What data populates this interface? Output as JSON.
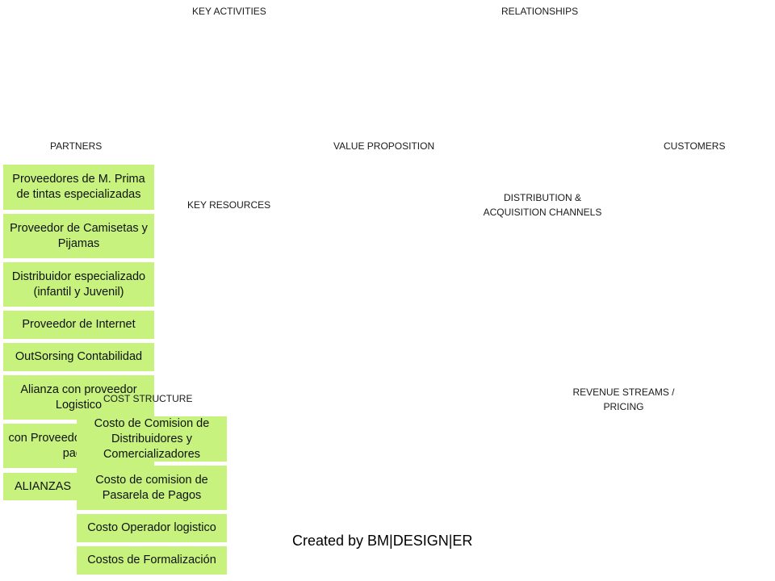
{
  "sections": {
    "key_activities": "KEY ACTIVITIES",
    "relationships": "RELATIONSHIPS",
    "partners": "PARTNERS",
    "value_proposition": "VALUE PROPOSITION",
    "customers": "CUSTOMERS",
    "key_resources": "KEY RESOURCES",
    "distribution_line1": "DISTRIBUTION  &",
    "distribution_line2": "ACQUISITION  CHANNELS",
    "cost_structure": "COST  STRUCTURE",
    "revenue_line1": "REVENUE STREAMS  /",
    "revenue_line2": "PRICING"
  },
  "partners": [
    "Proveedores de M. Prima de tintas especializadas",
    "Proveedor de Camisetas y Pijamas",
    "Distribuidor especializado (infantil y Juvenil)",
    "Proveedor de Internet",
    "OutSorsing Contabilidad",
    "Alianza con proveedor Logistico",
    "con Proveedor pasarela de pagos",
    "ALIANZAS"
  ],
  "costs": [
    "Costo de Comision de Distribuidores y Comercializadores",
    "Costo de comision de Pasarela de Pagos",
    "Costo Operador logistico",
    "Costos de Formalización"
  ],
  "footer": "Created by BM|DESIGN|ER",
  "colors": {
    "note_fill": "#c6f27d"
  }
}
